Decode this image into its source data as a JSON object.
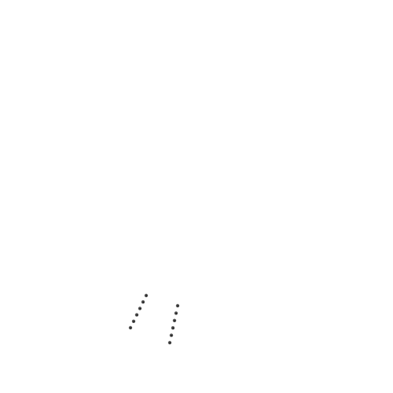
{
  "canvas": {
    "background": "#ffffff"
  },
  "marks": {
    "color": "#555555",
    "core_color": "#1f1f1f",
    "icon": "dot-icon",
    "trails": [
      {
        "name": "left-dot-trail",
        "count": 6
      },
      {
        "name": "right-dot-trail",
        "count": 6
      }
    ]
  }
}
